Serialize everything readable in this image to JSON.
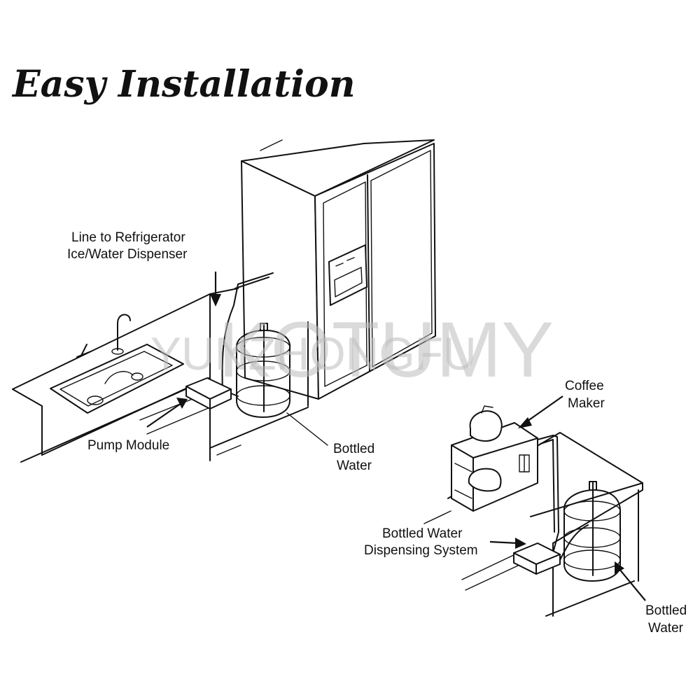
{
  "title": "Easy Installation",
  "watermarks": [
    "YUNZHONGFU",
    "KOTUMY"
  ],
  "labels": {
    "line_to_fridge_1": "Line to Refrigerator",
    "line_to_fridge_2": "Ice/Water Dispenser",
    "pump_module": "Pump Module",
    "bottled_water_left_1": "Bottled",
    "bottled_water_left_2": "Water",
    "coffee_maker_1": "Coffee",
    "coffee_maker_2": "Maker",
    "dispensing_system_1": "Bottled Water",
    "dispensing_system_2": "Dispensing System",
    "bottled_water_right_1": "Bottled",
    "bottled_water_right_2": "Water"
  }
}
